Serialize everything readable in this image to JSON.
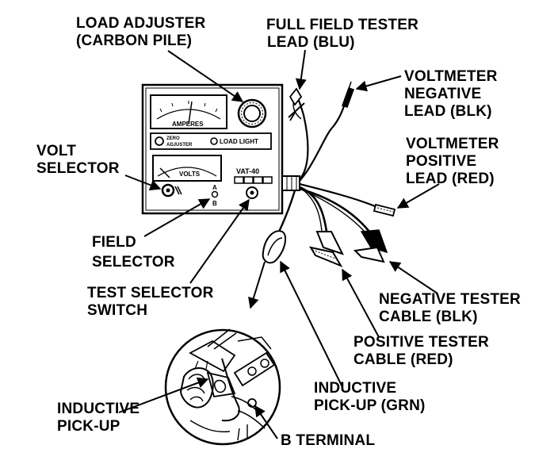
{
  "labels": {
    "load_adjuster": [
      "LOAD ADJUSTER",
      "(CARBON PILE)"
    ],
    "full_field_tester_lead": [
      "FULL FIELD TESTER",
      "LEAD (BLU)"
    ],
    "voltmeter_negative_lead": [
      "VOLTMETER",
      "NEGATIVE",
      "LEAD (BLK)"
    ],
    "voltmeter_positive_lead": [
      "VOLTMETER",
      "POSITIVE",
      "LEAD (RED)"
    ],
    "volt_selector": [
      "VOLT",
      "SELECTOR"
    ],
    "field_selector": [
      "FIELD",
      "SELECTOR"
    ],
    "test_selector_switch": [
      "TEST SELECTOR",
      "SWITCH"
    ],
    "negative_tester_cable": [
      "NEGATIVE TESTER",
      "CABLE (BLK)"
    ],
    "positive_tester_cable": [
      "POSITIVE TESTER",
      "CABLE (RED)"
    ],
    "inductive_pickup_grn": [
      "INDUCTIVE",
      "PICK-UP (GRN)"
    ],
    "inductive_pickup": [
      "INDUCTIVE",
      "PICK-UP"
    ],
    "b_terminal": [
      "B TERMINAL"
    ]
  },
  "panel": {
    "amperes_label": "AMPERES",
    "zero_adjuster_label": [
      "ZERO",
      "ADJUSTER"
    ],
    "load_light_label": "LOAD LIGHT",
    "volts_label": "VOLTS",
    "model_label": "VAT-40",
    "field_positions": [
      "A",
      "O",
      "B"
    ]
  }
}
